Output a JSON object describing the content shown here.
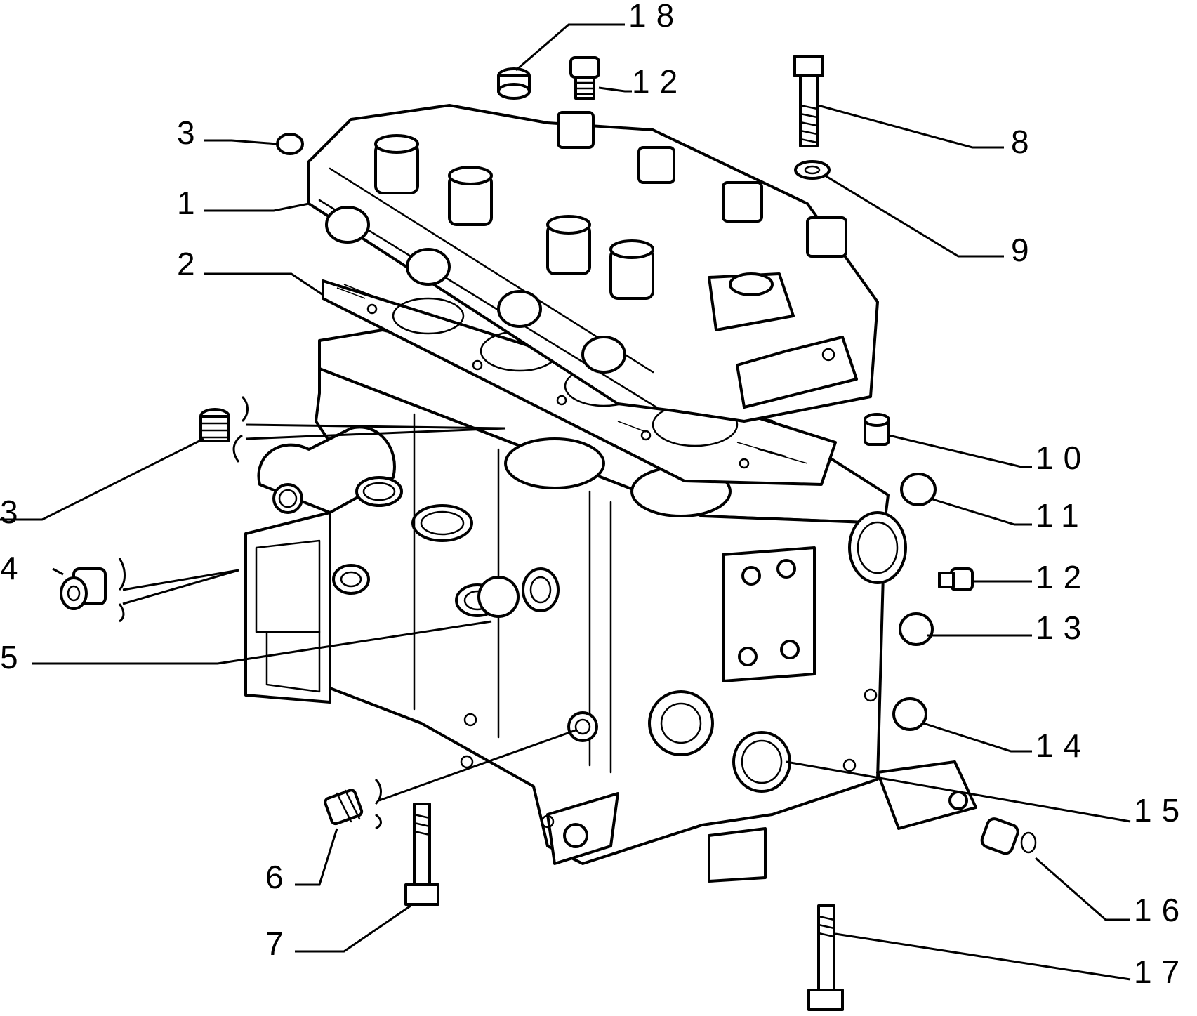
{
  "diagram": {
    "callouts": [
      {
        "id": "c18",
        "label": "18"
      },
      {
        "id": "c12a",
        "label": "12"
      },
      {
        "id": "c8",
        "label": "8"
      },
      {
        "id": "c9",
        "label": "9"
      },
      {
        "id": "c3a",
        "label": "3"
      },
      {
        "id": "c1",
        "label": "1"
      },
      {
        "id": "c2",
        "label": "2"
      },
      {
        "id": "c3b",
        "label": "3"
      },
      {
        "id": "c4",
        "label": "4"
      },
      {
        "id": "c5",
        "label": "5"
      },
      {
        "id": "c6",
        "label": "6"
      },
      {
        "id": "c7",
        "label": "7"
      },
      {
        "id": "c10",
        "label": "10"
      },
      {
        "id": "c11",
        "label": "11"
      },
      {
        "id": "c12b",
        "label": "12"
      },
      {
        "id": "c13",
        "label": "13"
      },
      {
        "id": "c14",
        "label": "14"
      },
      {
        "id": "c15",
        "label": "15"
      },
      {
        "id": "c16",
        "label": "16"
      },
      {
        "id": "c17",
        "label": "17"
      }
    ]
  }
}
